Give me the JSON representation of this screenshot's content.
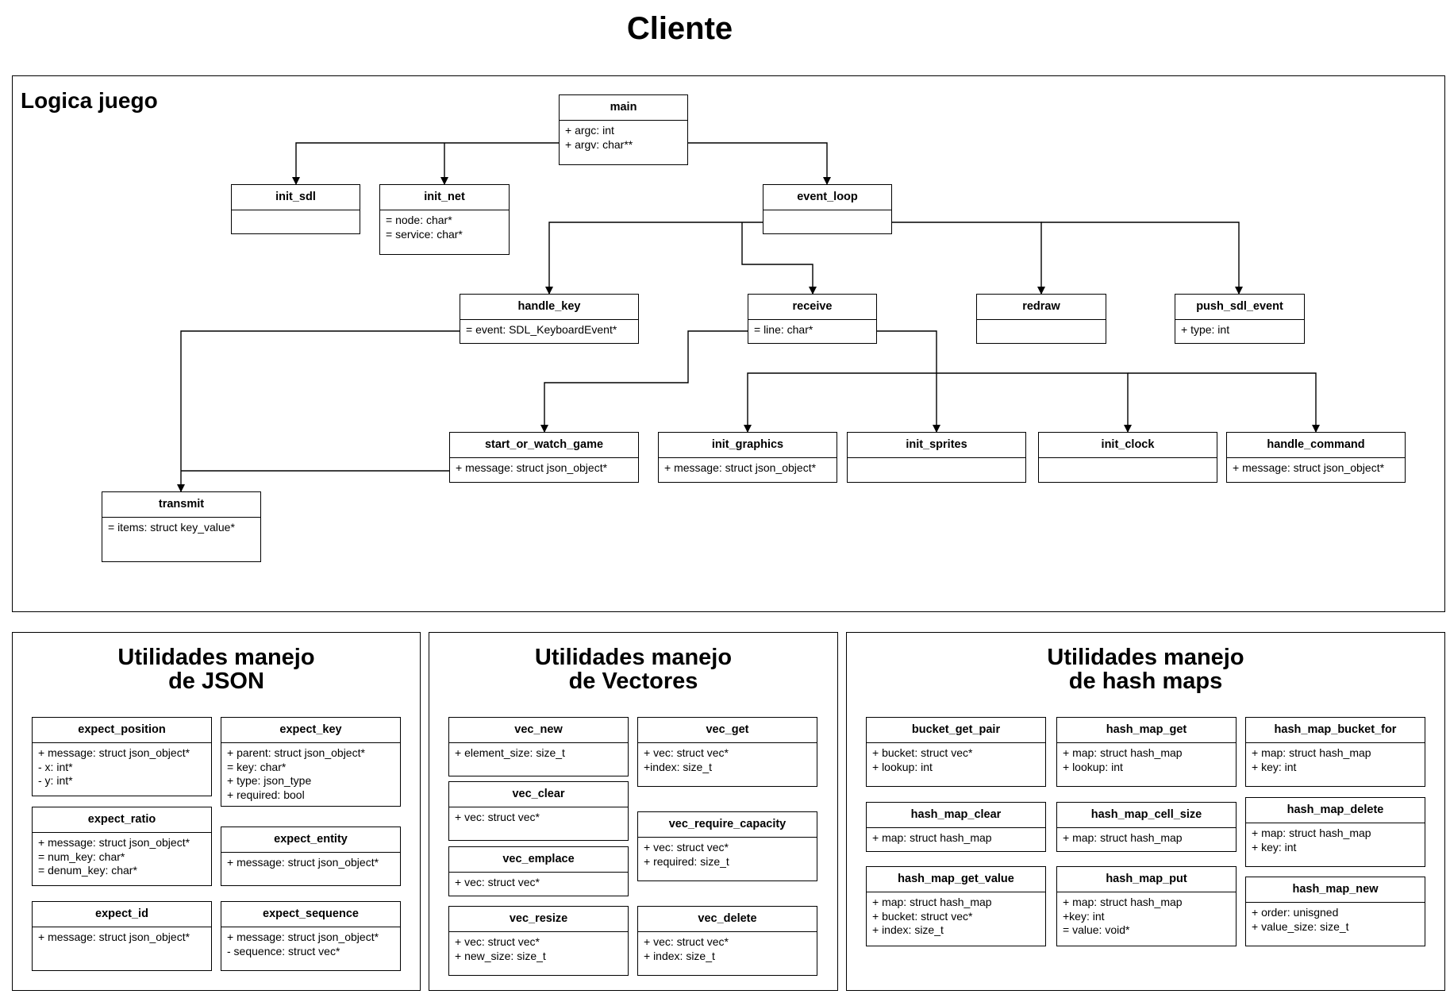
{
  "title": "Cliente",
  "game_panel": {
    "title": "Logica juego",
    "boxes": {
      "main": {
        "name": "main",
        "fields": [
          "+ argc: int",
          "+ argv: char**"
        ]
      },
      "init_sdl": {
        "name": "init_sdl",
        "fields": []
      },
      "init_net": {
        "name": "init_net",
        "fields": [
          "= node: char*",
          "= service: char*"
        ]
      },
      "event_loop": {
        "name": "event_loop",
        "fields": []
      },
      "handle_key": {
        "name": "handle_key",
        "fields": [
          "= event: SDL_KeyboardEvent*"
        ]
      },
      "receive": {
        "name": "receive",
        "fields": [
          "= line: char*"
        ]
      },
      "redraw": {
        "name": "redraw",
        "fields": []
      },
      "push_sdl_event": {
        "name": "push_sdl_event",
        "fields": [
          "+ type: int"
        ]
      },
      "start_or_watch_game": {
        "name": "start_or_watch_game",
        "fields": [
          "+ message: struct json_object*"
        ]
      },
      "init_graphics": {
        "name": "init_graphics",
        "fields": [
          "+ message: struct json_object*"
        ]
      },
      "init_sprites": {
        "name": "init_sprites",
        "fields": []
      },
      "init_clock": {
        "name": "init_clock",
        "fields": []
      },
      "handle_command": {
        "name": "handle_command",
        "fields": [
          "+ message: struct json_object*"
        ]
      },
      "transmit": {
        "name": "transmit",
        "fields": [
          "= items: struct key_value*"
        ]
      }
    },
    "edges": [
      [
        "main",
        "init_sdl"
      ],
      [
        "main",
        "init_net"
      ],
      [
        "main",
        "event_loop"
      ],
      [
        "event_loop",
        "handle_key"
      ],
      [
        "event_loop",
        "receive"
      ],
      [
        "event_loop",
        "redraw"
      ],
      [
        "event_loop",
        "push_sdl_event"
      ],
      [
        "handle_key",
        "transmit"
      ],
      [
        "start_or_watch_game",
        "transmit"
      ],
      [
        "receive",
        "start_or_watch_game"
      ],
      [
        "receive",
        "init_graphics"
      ],
      [
        "receive",
        "init_sprites"
      ],
      [
        "receive",
        "init_clock"
      ],
      [
        "receive",
        "handle_command"
      ]
    ]
  },
  "json_panel": {
    "title_line1": "Utilidades manejo",
    "title_line2": "de JSON",
    "boxes": {
      "expect_position": {
        "name": "expect_position",
        "fields": [
          "+ message: struct json_object*",
          "- x: int*",
          "- y: int*"
        ]
      },
      "expect_key": {
        "name": "expect_key",
        "fields": [
          "+ parent: struct json_object*",
          "= key: char*",
          "+ type: json_type",
          "+ required: bool"
        ]
      },
      "expect_ratio": {
        "name": "expect_ratio",
        "fields": [
          "+ message: struct json_object*",
          "= num_key: char*",
          "= denum_key: char*"
        ]
      },
      "expect_entity": {
        "name": "expect_entity",
        "fields": [
          "+ message: struct json_object*"
        ]
      },
      "expect_id": {
        "name": "expect_id",
        "fields": [
          "+ message: struct json_object*"
        ]
      },
      "expect_sequence": {
        "name": "expect_sequence",
        "fields": [
          "+ message: struct json_object*",
          "- sequence: struct vec*"
        ]
      }
    }
  },
  "vec_panel": {
    "title_line1": "Utilidades manejo",
    "title_line2": "de Vectores",
    "boxes": {
      "vec_new": {
        "name": "vec_new",
        "fields": [
          "+ element_size: size_t"
        ]
      },
      "vec_get": {
        "name": "vec_get",
        "fields": [
          "+ vec: struct vec*",
          "+index: size_t"
        ]
      },
      "vec_clear": {
        "name": "vec_clear",
        "fields": [
          "+ vec: struct vec*"
        ]
      },
      "vec_require_capacity": {
        "name": "vec_require_capacity",
        "fields": [
          "+ vec: struct vec*",
          "+ required: size_t"
        ]
      },
      "vec_emplace": {
        "name": "vec_emplace",
        "fields": [
          "+ vec: struct vec*"
        ]
      },
      "vec_resize": {
        "name": "vec_resize",
        "fields": [
          "+ vec: struct vec*",
          "+ new_size: size_t"
        ]
      },
      "vec_delete": {
        "name": "vec_delete",
        "fields": [
          "+ vec: struct vec*",
          "+ index: size_t"
        ]
      }
    }
  },
  "hash_panel": {
    "title_line1": "Utilidades manejo",
    "title_line2": "de hash maps",
    "boxes": {
      "bucket_get_pair": {
        "name": "bucket_get_pair",
        "fields": [
          "+ bucket: struct vec*",
          "+ lookup: int"
        ]
      },
      "hash_map_get": {
        "name": "hash_map_get",
        "fields": [
          "+ map: struct hash_map",
          "+ lookup: int"
        ]
      },
      "hash_map_bucket_for": {
        "name": "hash_map_bucket_for",
        "fields": [
          "+ map: struct hash_map",
          "+ key: int"
        ]
      },
      "hash_map_clear": {
        "name": "hash_map_clear",
        "fields": [
          "+ map: struct hash_map"
        ]
      },
      "hash_map_cell_size": {
        "name": "hash_map_cell_size",
        "fields": [
          "+ map: struct hash_map"
        ]
      },
      "hash_map_delete": {
        "name": "hash_map_delete",
        "fields": [
          "+ map: struct hash_map",
          "+ key: int"
        ]
      },
      "hash_map_get_value": {
        "name": "hash_map_get_value",
        "fields": [
          "+ map: struct hash_map",
          "+ bucket: struct vec*",
          "+ index: size_t"
        ]
      },
      "hash_map_put": {
        "name": "hash_map_put",
        "fields": [
          "+ map: struct hash_map",
          "+key: int",
          "= value: void*"
        ]
      },
      "hash_map_new": {
        "name": "hash_map_new",
        "fields": [
          "+ order: unisgned",
          "+ value_size: size_t"
        ]
      }
    }
  }
}
